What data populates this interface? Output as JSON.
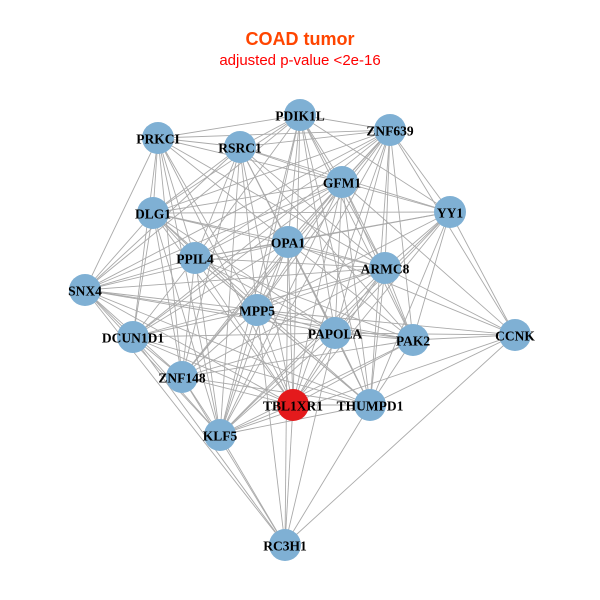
{
  "title": "COAD tumor",
  "subtitle": "adjusted p-value <2e-16",
  "colors": {
    "node": "#7fb0d4",
    "highlight": "#e41a1c",
    "edge": "#aaaaaa"
  },
  "nodes": [
    {
      "name": "PDIK1L"
    },
    {
      "name": "ZNF639"
    },
    {
      "name": "PRKCI"
    },
    {
      "name": "RSRC1"
    },
    {
      "name": "GFM1"
    },
    {
      "name": "YY1"
    },
    {
      "name": "DLG1"
    },
    {
      "name": "OPA1"
    },
    {
      "name": "PPIL4"
    },
    {
      "name": "ARMC8"
    },
    {
      "name": "SNX4"
    },
    {
      "name": "MPP5"
    },
    {
      "name": "PAPOLA"
    },
    {
      "name": "PAK2"
    },
    {
      "name": "CCNK"
    },
    {
      "name": "DCUN1D1"
    },
    {
      "name": "ZNF148"
    },
    {
      "name": "TBL1XR1",
      "highlight": true
    },
    {
      "name": "THUMPD1"
    },
    {
      "name": "KLF5"
    },
    {
      "name": "RC3H1"
    }
  ],
  "edges": [
    [
      "PDIK1L",
      "ZNF639"
    ],
    [
      "PDIK1L",
      "PRKCI"
    ],
    [
      "PDIK1L",
      "RSRC1"
    ],
    [
      "PDIK1L",
      "GFM1"
    ],
    [
      "PDIK1L",
      "YY1"
    ],
    [
      "PDIK1L",
      "DLG1"
    ],
    [
      "PDIK1L",
      "OPA1"
    ],
    [
      "PDIK1L",
      "PPIL4"
    ],
    [
      "PDIK1L",
      "ARMC8"
    ],
    [
      "PDIK1L",
      "MPP5"
    ],
    [
      "PDIK1L",
      "PAPOLA"
    ],
    [
      "PDIK1L",
      "PAK2"
    ],
    [
      "PDIK1L",
      "TBL1XR1"
    ],
    [
      "PDIK1L",
      "THUMPD1"
    ],
    [
      "PDIK1L",
      "KLF5"
    ],
    [
      "PDIK1L",
      "SNX4"
    ],
    [
      "ZNF639",
      "PRKCI"
    ],
    [
      "ZNF639",
      "RSRC1"
    ],
    [
      "ZNF639",
      "GFM1"
    ],
    [
      "ZNF639",
      "YY1"
    ],
    [
      "ZNF639",
      "DLG1"
    ],
    [
      "ZNF639",
      "OPA1"
    ],
    [
      "ZNF639",
      "PPIL4"
    ],
    [
      "ZNF639",
      "ARMC8"
    ],
    [
      "ZNF639",
      "MPP5"
    ],
    [
      "ZNF639",
      "PAPOLA"
    ],
    [
      "ZNF639",
      "PAK2"
    ],
    [
      "ZNF639",
      "CCNK"
    ],
    [
      "ZNF639",
      "ZNF148"
    ],
    [
      "ZNF639",
      "TBL1XR1"
    ],
    [
      "ZNF639",
      "THUMPD1"
    ],
    [
      "ZNF639",
      "KLF5"
    ],
    [
      "ZNF639",
      "SNX4"
    ],
    [
      "ZNF639",
      "DCUN1D1"
    ],
    [
      "PRKCI",
      "RSRC1"
    ],
    [
      "PRKCI",
      "GFM1"
    ],
    [
      "PRKCI",
      "DLG1"
    ],
    [
      "PRKCI",
      "OPA1"
    ],
    [
      "PRKCI",
      "PPIL4"
    ],
    [
      "PRKCI",
      "SNX4"
    ],
    [
      "PRKCI",
      "MPP5"
    ],
    [
      "PRKCI",
      "DCUN1D1"
    ],
    [
      "PRKCI",
      "ZNF148"
    ],
    [
      "PRKCI",
      "KLF5"
    ],
    [
      "PRKCI",
      "ARMC8"
    ],
    [
      "PRKCI",
      "TBL1XR1"
    ],
    [
      "RSRC1",
      "GFM1"
    ],
    [
      "RSRC1",
      "DLG1"
    ],
    [
      "RSRC1",
      "OPA1"
    ],
    [
      "RSRC1",
      "PPIL4"
    ],
    [
      "RSRC1",
      "ARMC8"
    ],
    [
      "RSRC1",
      "SNX4"
    ],
    [
      "RSRC1",
      "MPP5"
    ],
    [
      "RSRC1",
      "PAPOLA"
    ],
    [
      "RSRC1",
      "ZNF148"
    ],
    [
      "RSRC1",
      "TBL1XR1"
    ],
    [
      "RSRC1",
      "KLF5"
    ],
    [
      "RSRC1",
      "YY1"
    ],
    [
      "RSRC1",
      "PAK2"
    ],
    [
      "RSRC1",
      "THUMPD1"
    ],
    [
      "GFM1",
      "YY1"
    ],
    [
      "GFM1",
      "DLG1"
    ],
    [
      "GFM1",
      "OPA1"
    ],
    [
      "GFM1",
      "PPIL4"
    ],
    [
      "GFM1",
      "ARMC8"
    ],
    [
      "GFM1",
      "MPP5"
    ],
    [
      "GFM1",
      "PAPOLA"
    ],
    [
      "GFM1",
      "PAK2"
    ],
    [
      "GFM1",
      "CCNK"
    ],
    [
      "GFM1",
      "SNX4"
    ],
    [
      "GFM1",
      "ZNF148"
    ],
    [
      "GFM1",
      "TBL1XR1"
    ],
    [
      "GFM1",
      "THUMPD1"
    ],
    [
      "GFM1",
      "KLF5"
    ],
    [
      "GFM1",
      "DCUN1D1"
    ],
    [
      "YY1",
      "OPA1"
    ],
    [
      "YY1",
      "PPIL4"
    ],
    [
      "YY1",
      "ARMC8"
    ],
    [
      "YY1",
      "MPP5"
    ],
    [
      "YY1",
      "PAPOLA"
    ],
    [
      "YY1",
      "PAK2"
    ],
    [
      "YY1",
      "CCNK"
    ],
    [
      "YY1",
      "TBL1XR1"
    ],
    [
      "YY1",
      "THUMPD1"
    ],
    [
      "YY1",
      "KLF5"
    ],
    [
      "YY1",
      "DLG1"
    ],
    [
      "DLG1",
      "OPA1"
    ],
    [
      "DLG1",
      "PPIL4"
    ],
    [
      "DLG1",
      "SNX4"
    ],
    [
      "DLG1",
      "MPP5"
    ],
    [
      "DLG1",
      "DCUN1D1"
    ],
    [
      "DLG1",
      "ZNF148"
    ],
    [
      "DLG1",
      "KLF5"
    ],
    [
      "DLG1",
      "ARMC8"
    ],
    [
      "DLG1",
      "PAPOLA"
    ],
    [
      "DLG1",
      "TBL1XR1"
    ],
    [
      "DLG1",
      "THUMPD1"
    ],
    [
      "OPA1",
      "PPIL4"
    ],
    [
      "OPA1",
      "ARMC8"
    ],
    [
      "OPA1",
      "SNX4"
    ],
    [
      "OPA1",
      "MPP5"
    ],
    [
      "OPA1",
      "PAPOLA"
    ],
    [
      "OPA1",
      "PAK2"
    ],
    [
      "OPA1",
      "CCNK"
    ],
    [
      "OPA1",
      "ZNF148"
    ],
    [
      "OPA1",
      "TBL1XR1"
    ],
    [
      "OPA1",
      "THUMPD1"
    ],
    [
      "OPA1",
      "KLF5"
    ],
    [
      "OPA1",
      "DCUN1D1"
    ],
    [
      "PPIL4",
      "ARMC8"
    ],
    [
      "PPIL4",
      "SNX4"
    ],
    [
      "PPIL4",
      "MPP5"
    ],
    [
      "PPIL4",
      "PAPOLA"
    ],
    [
      "PPIL4",
      "PAK2"
    ],
    [
      "PPIL4",
      "DCUN1D1"
    ],
    [
      "PPIL4",
      "ZNF148"
    ],
    [
      "PPIL4",
      "TBL1XR1"
    ],
    [
      "PPIL4",
      "THUMPD1"
    ],
    [
      "PPIL4",
      "KLF5"
    ],
    [
      "ARMC8",
      "MPP5"
    ],
    [
      "ARMC8",
      "PAPOLA"
    ],
    [
      "ARMC8",
      "PAK2"
    ],
    [
      "ARMC8",
      "CCNK"
    ],
    [
      "ARMC8",
      "SNX4"
    ],
    [
      "ARMC8",
      "ZNF148"
    ],
    [
      "ARMC8",
      "TBL1XR1"
    ],
    [
      "ARMC8",
      "THUMPD1"
    ],
    [
      "ARMC8",
      "KLF5"
    ],
    [
      "ARMC8",
      "DCUN1D1"
    ],
    [
      "SNX4",
      "MPP5"
    ],
    [
      "SNX4",
      "DCUN1D1"
    ],
    [
      "SNX4",
      "ZNF148"
    ],
    [
      "SNX4",
      "KLF5"
    ],
    [
      "SNX4",
      "PAPOLA"
    ],
    [
      "SNX4",
      "TBL1XR1"
    ],
    [
      "SNX4",
      "PAK2"
    ],
    [
      "SNX4",
      "THUMPD1"
    ],
    [
      "MPP5",
      "PAPOLA"
    ],
    [
      "MPP5",
      "PAK2"
    ],
    [
      "MPP5",
      "DCUN1D1"
    ],
    [
      "MPP5",
      "ZNF148"
    ],
    [
      "MPP5",
      "TBL1XR1"
    ],
    [
      "MPP5",
      "THUMPD1"
    ],
    [
      "MPP5",
      "KLF5"
    ],
    [
      "MPP5",
      "CCNK"
    ],
    [
      "PAPOLA",
      "PAK2"
    ],
    [
      "PAPOLA",
      "CCNK"
    ],
    [
      "PAPOLA",
      "ZNF148"
    ],
    [
      "PAPOLA",
      "TBL1XR1"
    ],
    [
      "PAPOLA",
      "THUMPD1"
    ],
    [
      "PAPOLA",
      "KLF5"
    ],
    [
      "PAPOLA",
      "DCUN1D1"
    ],
    [
      "PAPOLA",
      "RC3H1"
    ],
    [
      "PAK2",
      "CCNK"
    ],
    [
      "PAK2",
      "TBL1XR1"
    ],
    [
      "PAK2",
      "THUMPD1"
    ],
    [
      "PAK2",
      "KLF5"
    ],
    [
      "PAK2",
      "ZNF148"
    ],
    [
      "CCNK",
      "THUMPD1"
    ],
    [
      "CCNK",
      "KLF5"
    ],
    [
      "CCNK",
      "RC3H1"
    ],
    [
      "DCUN1D1",
      "ZNF148"
    ],
    [
      "DCUN1D1",
      "KLF5"
    ],
    [
      "DCUN1D1",
      "TBL1XR1"
    ],
    [
      "DCUN1D1",
      "THUMPD1"
    ],
    [
      "DCUN1D1",
      "RC3H1"
    ],
    [
      "ZNF148",
      "KLF5"
    ],
    [
      "ZNF148",
      "TBL1XR1"
    ],
    [
      "ZNF148",
      "THUMPD1"
    ],
    [
      "ZNF148",
      "RC3H1"
    ],
    [
      "TBL1XR1",
      "THUMPD1"
    ],
    [
      "TBL1XR1",
      "KLF5"
    ],
    [
      "TBL1XR1",
      "RC3H1"
    ],
    [
      "THUMPD1",
      "KLF5"
    ],
    [
      "THUMPD1",
      "RC3H1"
    ],
    [
      "KLF5",
      "RC3H1"
    ],
    [
      "MPP5",
      "RC3H1"
    ],
    [
      "SNX4",
      "RC3H1"
    ],
    [
      "OPA1",
      "RC3H1"
    ]
  ]
}
